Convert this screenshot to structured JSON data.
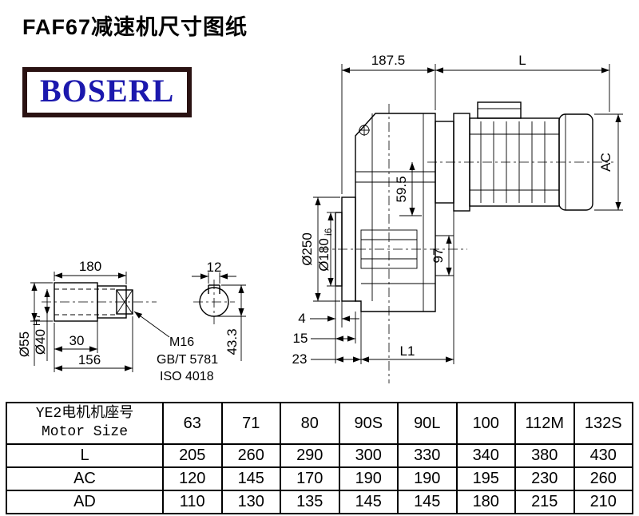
{
  "colors": {
    "logo-border": "#2a1212",
    "logo-text": "#1b18ad"
  },
  "page": {
    "title": "FAF67减速机尺寸图纸",
    "logo_text": "BOSERL"
  },
  "drawing": {
    "dim_187_5": "187.5",
    "dim_L": "L",
    "dim_AC": "AC",
    "dim_59_5": "59.5",
    "dim_97": "97",
    "dim_d250": "Ø250",
    "dim_d180_main": "Ø180",
    "dim_d180_sub": "i6",
    "dim_4": "4",
    "dim_15": "15",
    "dim_23": "23",
    "dim_L1": "L1",
    "dim_180": "180",
    "dim_12": "12",
    "dim_d55": "Ø55",
    "dim_d40_main": "Ø40",
    "dim_d40_sup": "H7",
    "dim_30": "30",
    "dim_156": "156",
    "dim_43_3": "43.3",
    "note_m16": "M16",
    "note_gbt": "GB/T 5781",
    "note_iso": "ISO 4018"
  },
  "table": {
    "header_line1": "YE2电机机座号",
    "header_line2": "Motor Size",
    "columns": [
      "63",
      "71",
      "80",
      "90S",
      "90L",
      "100",
      "112M",
      "132S"
    ],
    "rows": [
      {
        "label": "L",
        "values": [
          "205",
          "260",
          "290",
          "300",
          "330",
          "340",
          "380",
          "430"
        ]
      },
      {
        "label": "AC",
        "values": [
          "120",
          "145",
          "170",
          "190",
          "190",
          "195",
          "230",
          "260"
        ]
      },
      {
        "label": "AD",
        "values": [
          "110",
          "130",
          "135",
          "145",
          "145",
          "180",
          "215",
          "210"
        ]
      }
    ]
  }
}
